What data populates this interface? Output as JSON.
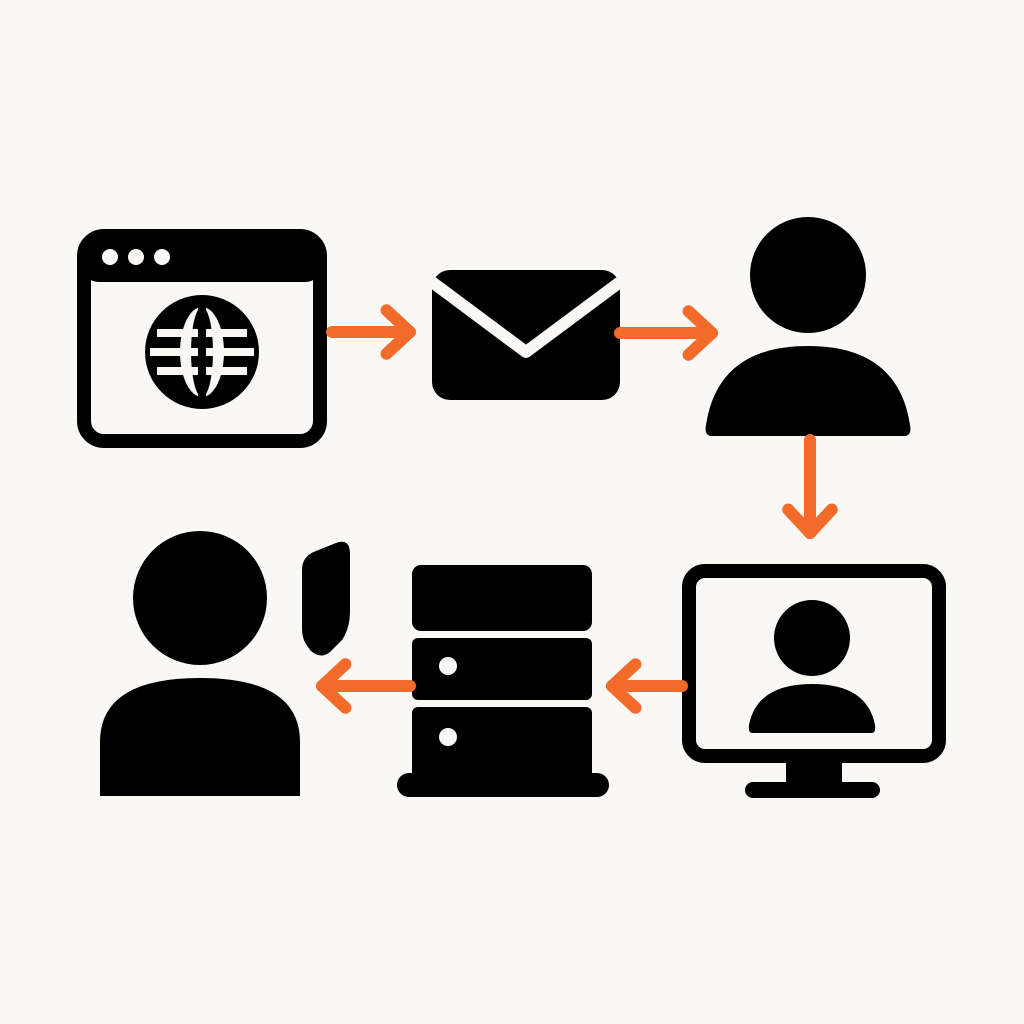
{
  "colors": {
    "background": "#f9f8f4",
    "icon": "#000000",
    "arrow": "#f26b2a",
    "icon_cutout": "#f9f8f4"
  },
  "nodes": [
    {
      "id": "browser",
      "icon": "web-browser-globe-icon"
    },
    {
      "id": "email",
      "icon": "envelope-icon"
    },
    {
      "id": "user",
      "icon": "person-icon"
    },
    {
      "id": "video-call",
      "icon": "monitor-person-icon"
    },
    {
      "id": "server",
      "icon": "server-rack-icon"
    },
    {
      "id": "support-agent",
      "icon": "person-with-headset-icon"
    }
  ],
  "flow": [
    {
      "from": "browser",
      "to": "email",
      "direction": "right"
    },
    {
      "from": "email",
      "to": "user",
      "direction": "right"
    },
    {
      "from": "user",
      "to": "video-call",
      "direction": "down"
    },
    {
      "from": "video-call",
      "to": "server",
      "direction": "left"
    },
    {
      "from": "server",
      "to": "support-agent",
      "direction": "left"
    }
  ]
}
